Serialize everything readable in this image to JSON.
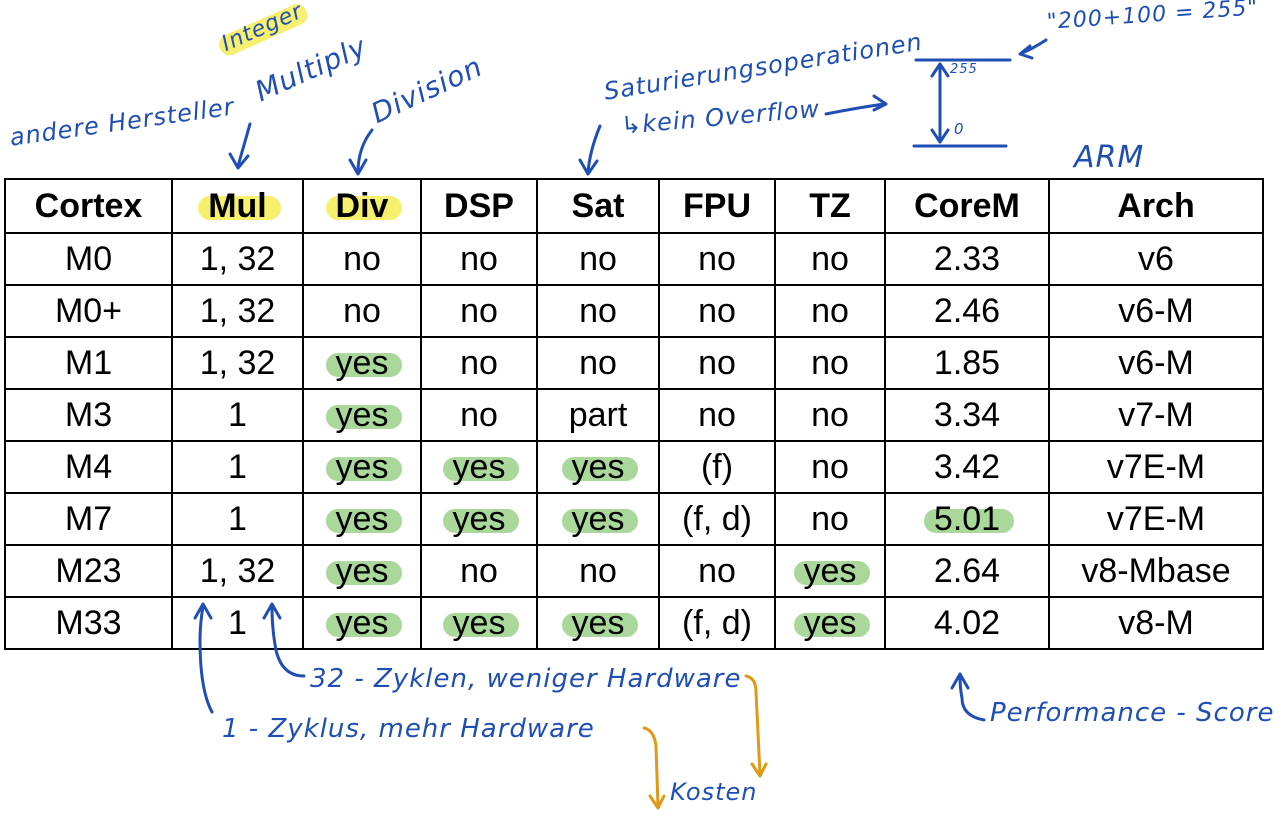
{
  "table": {
    "headers": [
      "Cortex",
      "Mul",
      "Div",
      "DSP",
      "Sat",
      "FPU",
      "TZ",
      "CoreM",
      "Arch"
    ],
    "header_highlight": [
      false,
      true,
      true,
      false,
      false,
      false,
      false,
      false,
      false
    ],
    "rows": [
      [
        "M0",
        "1, 32",
        "no",
        "no",
        "no",
        "no",
        "no",
        "2.33",
        "v6"
      ],
      [
        "M0+",
        "1, 32",
        "no",
        "no",
        "no",
        "no",
        "no",
        "2.46",
        "v6-M"
      ],
      [
        "M1",
        "1, 32",
        "yes",
        "no",
        "no",
        "no",
        "no",
        "1.85",
        "v6-M"
      ],
      [
        "M3",
        "1",
        "yes",
        "no",
        "part",
        "no",
        "no",
        "3.34",
        "v7-M"
      ],
      [
        "M4",
        "1",
        "yes",
        "yes",
        "yes",
        "(f)",
        "no",
        "3.42",
        "v7E-M"
      ],
      [
        "M7",
        "1",
        "yes",
        "yes",
        "yes",
        "(f, d)",
        "no",
        "5.01",
        "v7E-M"
      ],
      [
        "M23",
        "1, 32",
        "yes",
        "no",
        "no",
        "no",
        "yes",
        "2.64",
        "v8-Mbase"
      ],
      [
        "M33",
        "1",
        "yes",
        "yes",
        "yes",
        "(f, d)",
        "yes",
        "4.02",
        "v8-M"
      ]
    ],
    "highlighted_cells": [
      [
        2,
        2
      ],
      [
        3,
        2
      ],
      [
        4,
        2
      ],
      [
        5,
        2
      ],
      [
        6,
        2
      ],
      [
        7,
        2
      ],
      [
        4,
        3
      ],
      [
        5,
        3
      ],
      [
        7,
        3
      ],
      [
        4,
        4
      ],
      [
        5,
        4
      ],
      [
        7,
        4
      ],
      [
        6,
        6
      ],
      [
        7,
        6
      ],
      [
        5,
        7
      ]
    ]
  },
  "annotations": {
    "andere_hersteller": "andere Hersteller",
    "integer": "Integer",
    "multiply": "Multiply",
    "division": "Division",
    "saturierung": "Saturierungsoperationen",
    "kein_overflow": "↳kein Overflow",
    "scale_top": "255",
    "scale_bottom": "0",
    "formula": "\"200+100 = 255\"",
    "arm": "ARM",
    "zyklen_32": "32 - Zyklen, weniger Hardware",
    "zyklus_1": "1 - Zyklus, mehr Hardware",
    "kosten": "Kosten",
    "performance_score": "Performance - Score"
  },
  "colors": {
    "ink_blue": "#1f4fb4",
    "ink_orange": "#e09a18",
    "highlight_yellow": "#f7ef6e",
    "highlight_green": "#a9d89a",
    "table_border": "#000000"
  }
}
